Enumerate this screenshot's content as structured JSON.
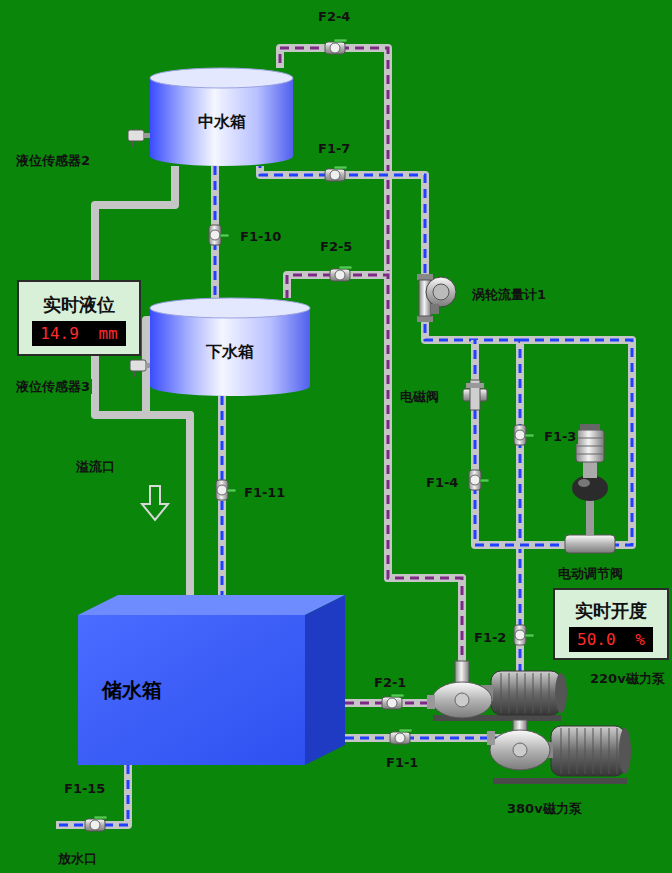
{
  "diagram": {
    "nodes": [
      {
        "text": [
          "中水箱"
        ]
      },
      {
        "text": [
          "实时液位",
          "14.9 mm"
        ]
      },
      {
        "text": [
          "下水箱"
        ]
      },
      {
        "text": [
          "实时开度",
          "50.0 %"
        ]
      },
      {
        "text": [
          "储水箱"
        ]
      }
    ],
    "edges": [
      {
        "from": 0,
        "to": 2,
        "arrow": "none"
      },
      {
        "from": 2,
        "to": 4,
        "arrow": "none"
      },
      {
        "from": 0,
        "to": 4,
        "arrow": "none"
      },
      {
        "from": 2,
        "to": 4,
        "arrow": "none"
      },
      {
        "from": 4,
        "to": 0,
        "arrow": "none"
      },
      {
        "from": 4,
        "to": 2,
        "arrow": "none"
      },
      {
        "from": 4,
        "to": 0,
        "arrow": "none"
      }
    ],
    "labels": [
      "F2-4",
      "F1-7",
      "液位传感器2",
      "F1-10",
      "F2-5",
      "涡轮流量计1",
      "液位传感器3",
      "电磁阀",
      "F1-3",
      "溢流口",
      "F1-4",
      "F1-11",
      "电动调节阀",
      "F1-2",
      "220v磁力泵",
      "F2-1",
      "F1-1",
      "380v磁力泵",
      "F1-15",
      "放水口"
    ]
  }
}
